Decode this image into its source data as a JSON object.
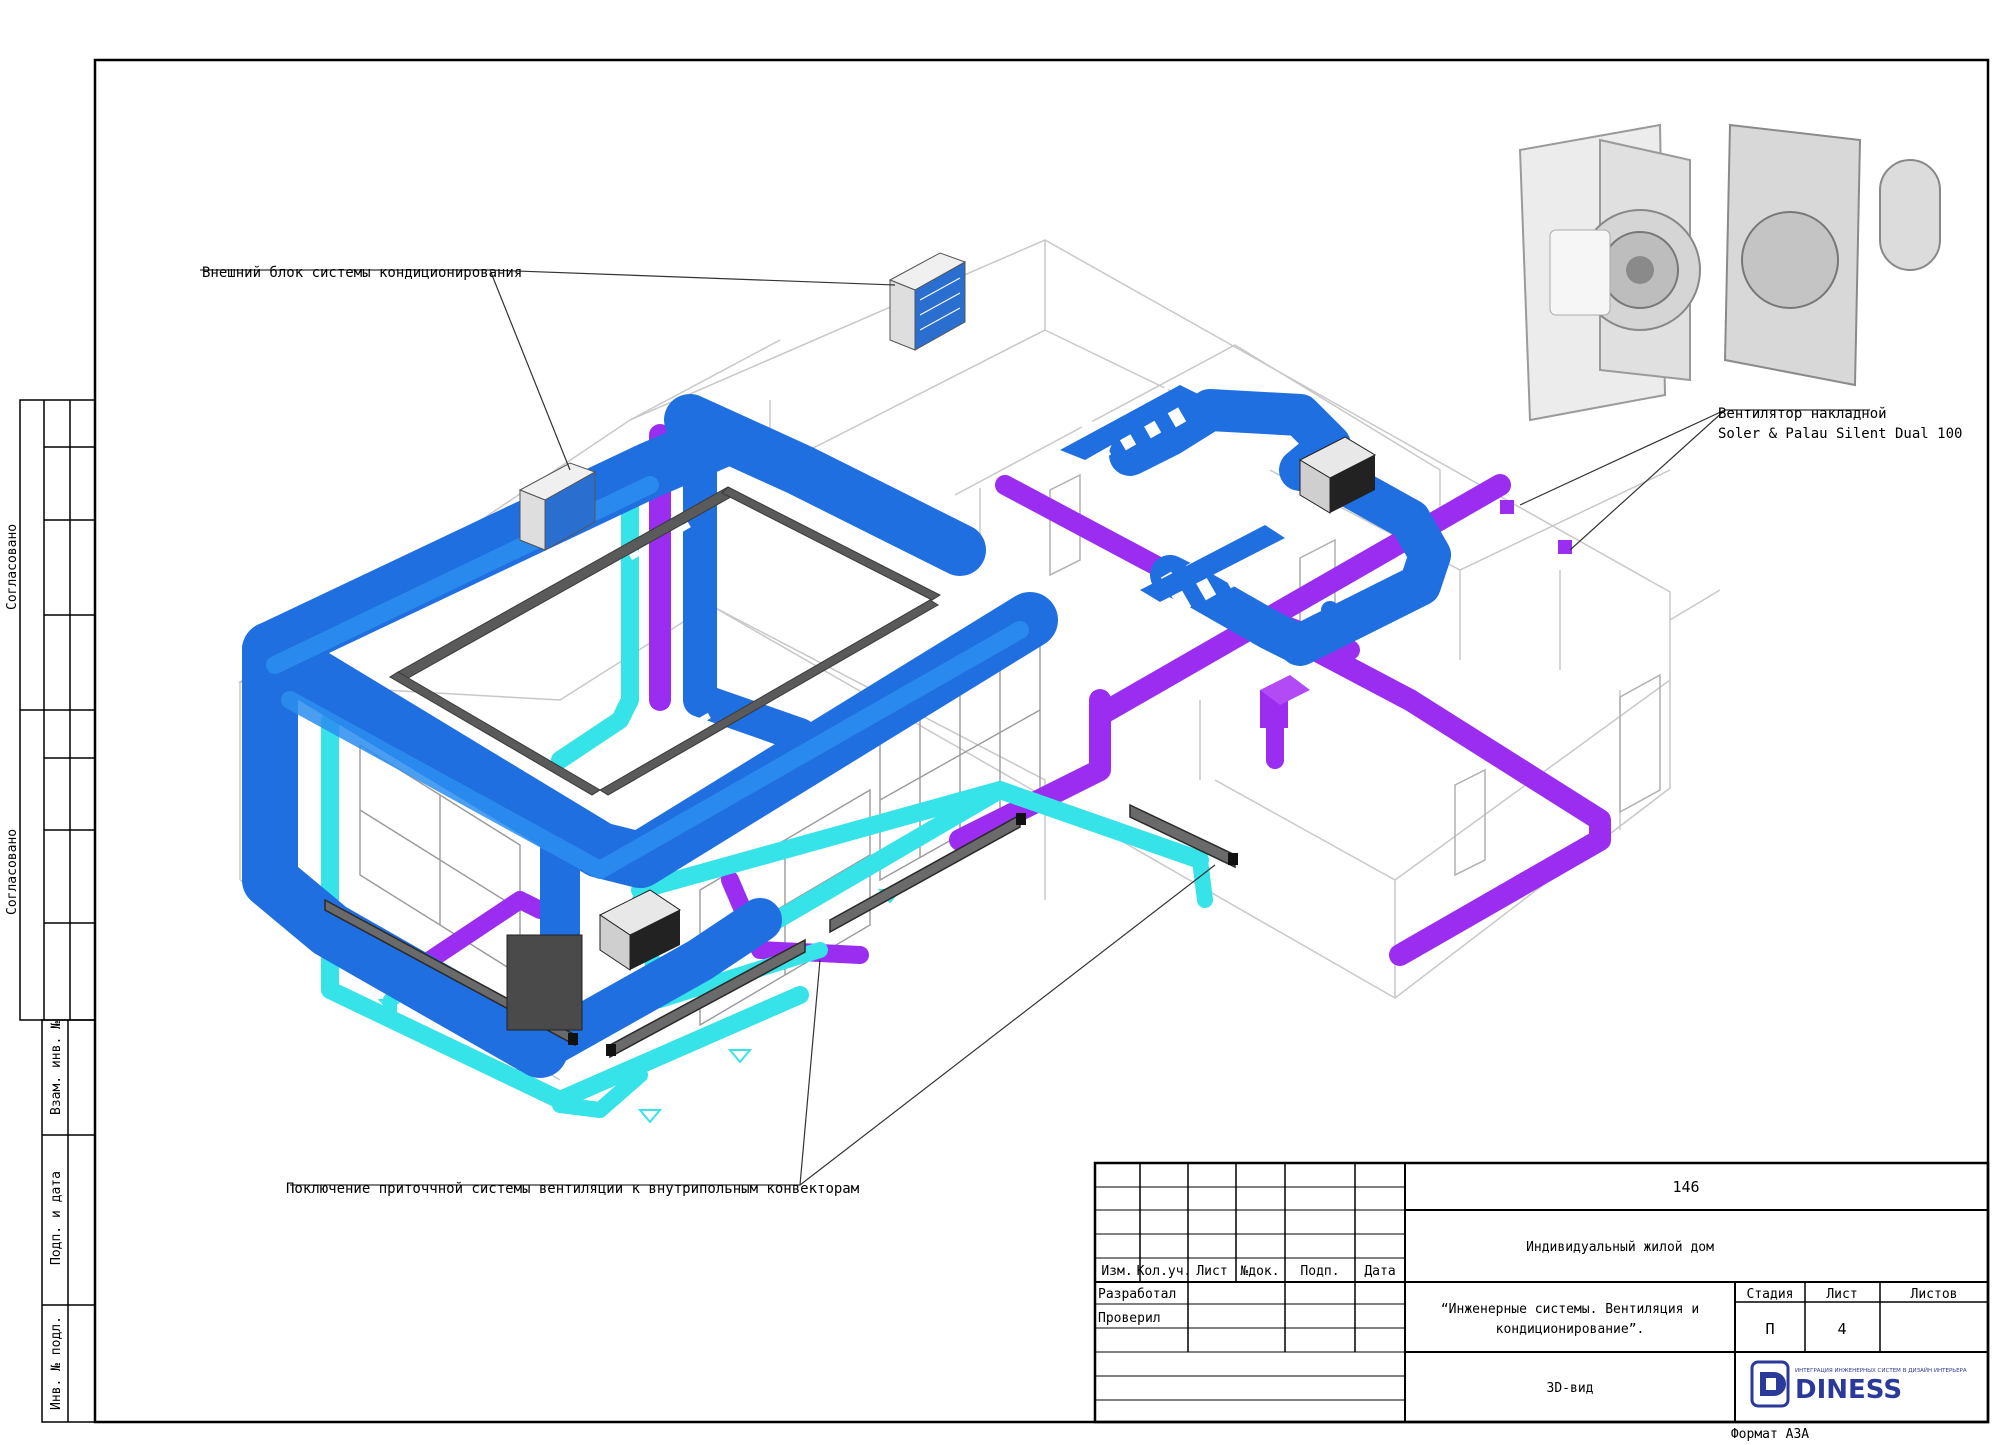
{
  "callouts": {
    "outdoor_unit": "Внешний блок системы кондиционирования",
    "fan_line1": "Вентилятор накладной",
    "fan_line2": "Soler & Palau Silent Dual 100",
    "convectors": "Поключение приточчной системы вентиляции к внутрипольным конвекторам"
  },
  "side_stamp": {
    "approved_1": "Согласовано",
    "approved_2": "Согласовано",
    "ref_no": "Взам. инв. №",
    "sign_date": "Подп. и дата",
    "inv_no": "Инв. № подл."
  },
  "title_block": {
    "project_code": "146",
    "object": "Индивидуальный жилой дом",
    "sheet_title_line1": "“Инженерные системы. Вентиляция и",
    "sheet_title_line2": "кондиционирование”.",
    "view": "3D-вид",
    "headers": [
      "Изм.",
      "Кол.уч.",
      "Лист",
      "№док.",
      "Подп.",
      "Дата"
    ],
    "developed": "Разработал",
    "checked": "Проверил",
    "stage_label": "Стадия",
    "sheet_label": "Лист",
    "sheets_label": "Листов",
    "stage_value": "П",
    "sheet_value": "4",
    "sheets_value": "",
    "logo_text": "DINESS",
    "logo_tagline": "ИНТЕГРАЦИЯ ИНЖЕНЕРНЫХ СИСТЕМ В ДИЗАЙН ИНТЕРЬЕРА",
    "format": "Формат А3А"
  },
  "colors": {
    "supply_duct": "#1f6fe0",
    "supply_duct_light": "#2b8ef0",
    "exhaust_duct": "#9b2df0",
    "convector_branch": "#35e3e8",
    "wall_line": "#c8c8c8",
    "frame": "#000000",
    "logo": "#2b3a9a"
  },
  "icons": {
    "fan_photo": "exhaust-fan-icon",
    "outdoor_unit": "outdoor-ac-unit-icon",
    "logo": "diness-logo-icon"
  }
}
